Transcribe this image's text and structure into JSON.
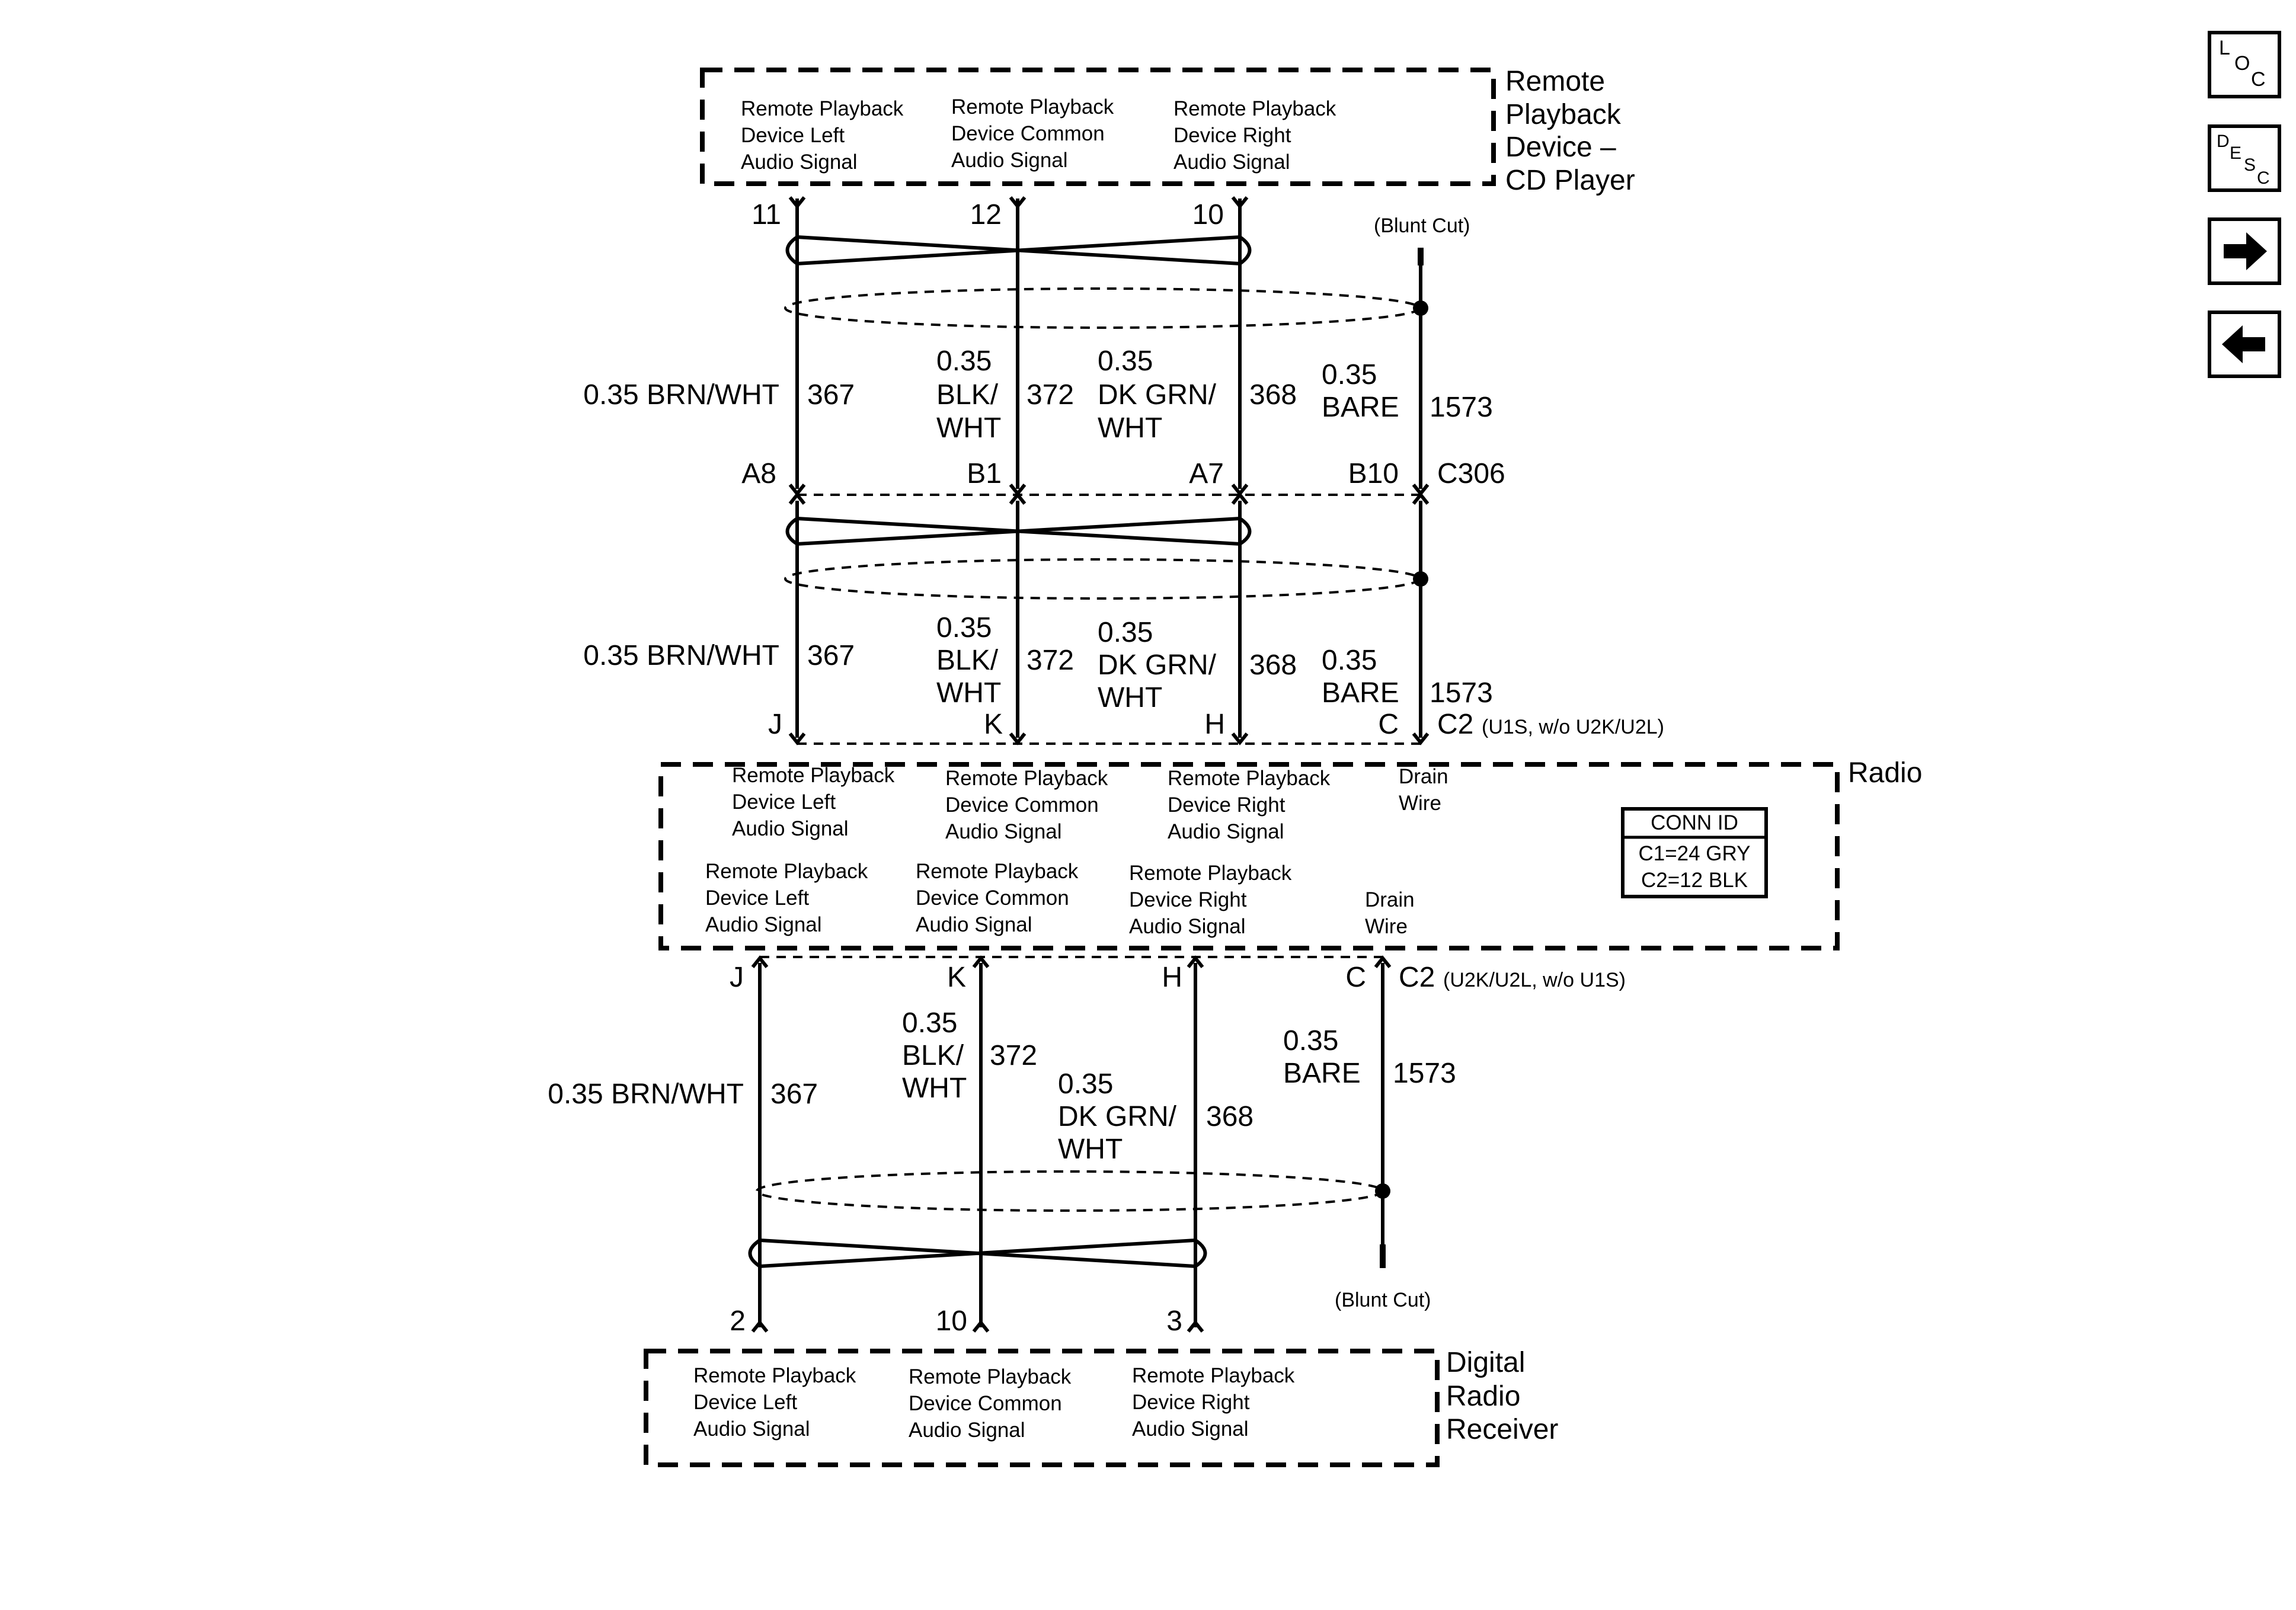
{
  "components": {
    "cd_player": {
      "name": [
        "Remote",
        "Playback",
        "Device –",
        "CD Player"
      ],
      "signals": [
        [
          "Remote Playback",
          "Device Left",
          "Audio Signal"
        ],
        [
          "Remote Playback",
          "Device Common",
          "Audio Signal"
        ],
        [
          "Remote Playback",
          "Device Right",
          "Audio Signal"
        ]
      ],
      "pins": [
        "11",
        "12",
        "10"
      ]
    },
    "radio": {
      "name": "Radio",
      "signals_upper": [
        [
          "Remote Playback",
          "Device Left",
          "Audio Signal"
        ],
        [
          "Remote Playback",
          "Device Common",
          "Audio Signal"
        ],
        [
          "Remote Playback",
          "Device Right",
          "Audio Signal"
        ],
        [
          "Drain",
          "Wire"
        ]
      ],
      "signals_lower": [
        [
          "Remote Playback",
          "Device Left",
          "Audio Signal"
        ],
        [
          "Remote Playback",
          "Device Common",
          "Audio Signal"
        ],
        [
          "Remote Playback",
          "Device Right",
          "Audio Signal"
        ],
        [
          "Drain",
          "Wire"
        ]
      ],
      "conn_id": {
        "title": "CONN ID",
        "rows": [
          "C1=24 GRY",
          "C2=12 BLK"
        ]
      }
    },
    "digital_receiver": {
      "name": [
        "Digital",
        "Radio",
        "Receiver"
      ],
      "signals": [
        [
          "Remote Playback",
          "Device Left",
          "Audio Signal"
        ],
        [
          "Remote Playback",
          "Device Common",
          "Audio Signal"
        ],
        [
          "Remote Playback",
          "Device Right",
          "Audio Signal"
        ]
      ],
      "pins": [
        "2",
        "10",
        "3"
      ]
    }
  },
  "connectors": {
    "c306": {
      "name": "C306",
      "pins": [
        "A8",
        "B1",
        "A7",
        "B10"
      ]
    },
    "c2_upper": {
      "name": "C2",
      "note": "(U1S, w/o U2K/U2L)",
      "pins": [
        "J",
        "K",
        "H",
        "C"
      ]
    },
    "c2_lower": {
      "name": "C2",
      "note": "(U2K/U2L, w/o U1S)",
      "pins": [
        "J",
        "K",
        "H",
        "C"
      ]
    }
  },
  "blunt_cut": "(Blunt Cut)",
  "wires": {
    "seg1": [
      {
        "label": [
          "0.35 BRN/WHT"
        ],
        "circuit": "367"
      },
      {
        "label": [
          "0.35",
          "BLK/",
          "WHT"
        ],
        "circuit": "372"
      },
      {
        "label": [
          "0.35",
          "DK GRN/",
          "WHT"
        ],
        "circuit": "368"
      },
      {
        "label": [
          "0.35",
          "BARE"
        ],
        "circuit": "1573"
      }
    ],
    "seg2": [
      {
        "label": [
          "0.35 BRN/WHT"
        ],
        "circuit": "367"
      },
      {
        "label": [
          "0.35",
          "BLK/",
          "WHT"
        ],
        "circuit": "372"
      },
      {
        "label": [
          "0.35",
          "DK GRN/",
          "WHT"
        ],
        "circuit": "368"
      },
      {
        "label": [
          "0.35",
          "BARE"
        ],
        "circuit": "1573"
      }
    ],
    "seg3": [
      {
        "label": [
          "0.35 BRN/WHT"
        ],
        "circuit": "367"
      },
      {
        "label": [
          "0.35",
          "BLK/",
          "WHT"
        ],
        "circuit": "372"
      },
      {
        "label": [
          "0.35",
          "DK GRN/",
          "WHT"
        ],
        "circuit": "368"
      },
      {
        "label": [
          "0.35",
          "BARE"
        ],
        "circuit": "1573"
      }
    ]
  },
  "nav": {
    "loc": [
      "L",
      "O",
      "C"
    ],
    "desc": [
      "D",
      "E",
      "S",
      "C"
    ]
  }
}
